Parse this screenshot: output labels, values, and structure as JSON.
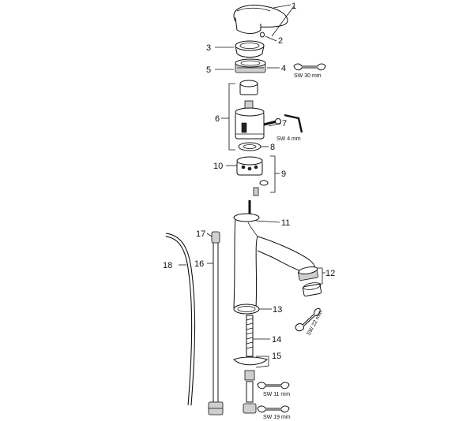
{
  "callouts": [
    "1",
    "2",
    "3",
    "4",
    "5",
    "6",
    "7",
    "8",
    "9",
    "10",
    "11",
    "12",
    "13",
    "14",
    "15",
    "16",
    "17",
    "18"
  ],
  "tool_labels": {
    "sw30": "SW 30 mm",
    "sw4": "SW 4 mm",
    "sw22": "SW 22 mm",
    "sw11": "SW 11 mm",
    "sw19": "SW 19 mm"
  },
  "icons": [
    "wrench-icon",
    "hex-key-icon"
  ]
}
